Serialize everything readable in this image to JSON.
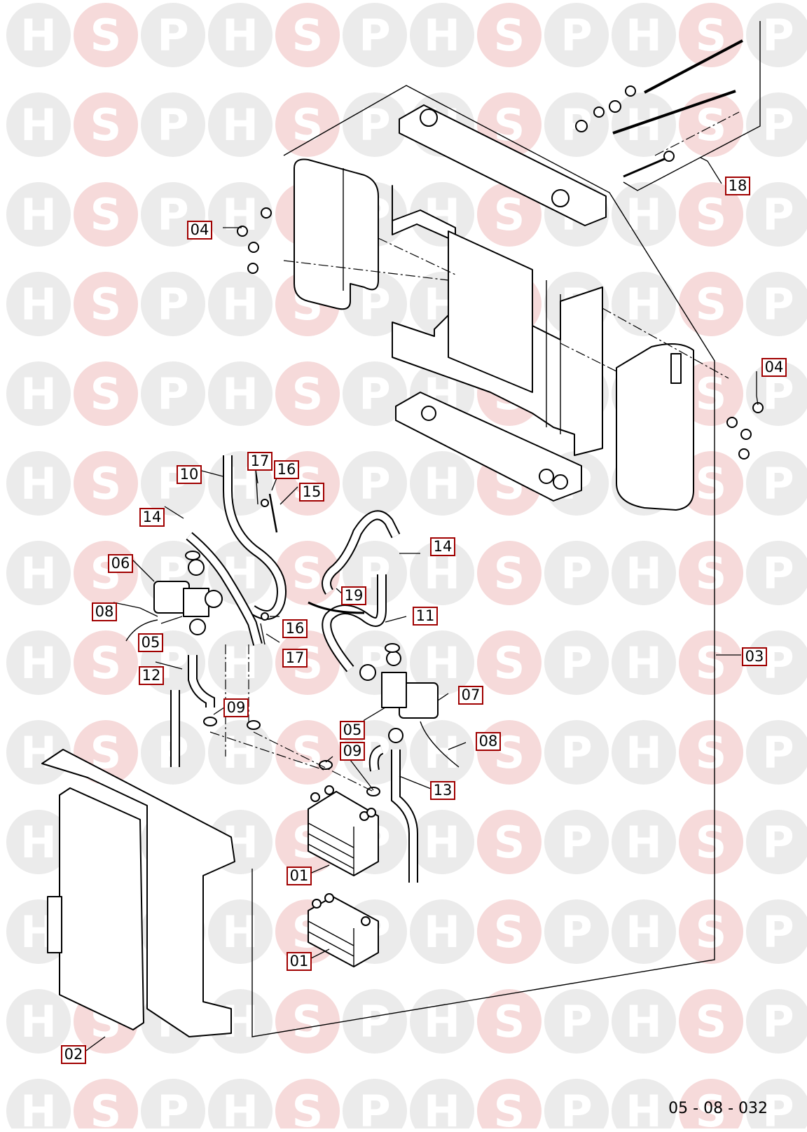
{
  "watermark": {
    "letters": [
      "H",
      "S",
      "P"
    ],
    "colors": {
      "H": "#ebebeb",
      "S": "#f6dada",
      "P": "#ebebeb"
    }
  },
  "callouts": {
    "c01a": "01",
    "c01b": "01",
    "c02": "02",
    "c03": "03",
    "c04a": "04",
    "c04b": "04",
    "c05a": "05",
    "c05b": "05",
    "c06": "06",
    "c07": "07",
    "c08a": "08",
    "c08b": "08",
    "c09a": "09",
    "c09b": "09",
    "c10": "10",
    "c11": "11",
    "c12": "12",
    "c13": "13",
    "c14a": "14",
    "c14b": "14",
    "c15": "15",
    "c16a": "16",
    "c16b": "16",
    "c17a": "17",
    "c17b": "17",
    "c18": "18",
    "c19": "19"
  },
  "reference_code": "05 - 08 - 032",
  "colors": {
    "callout_border": "#a00000",
    "line": "#000000"
  }
}
